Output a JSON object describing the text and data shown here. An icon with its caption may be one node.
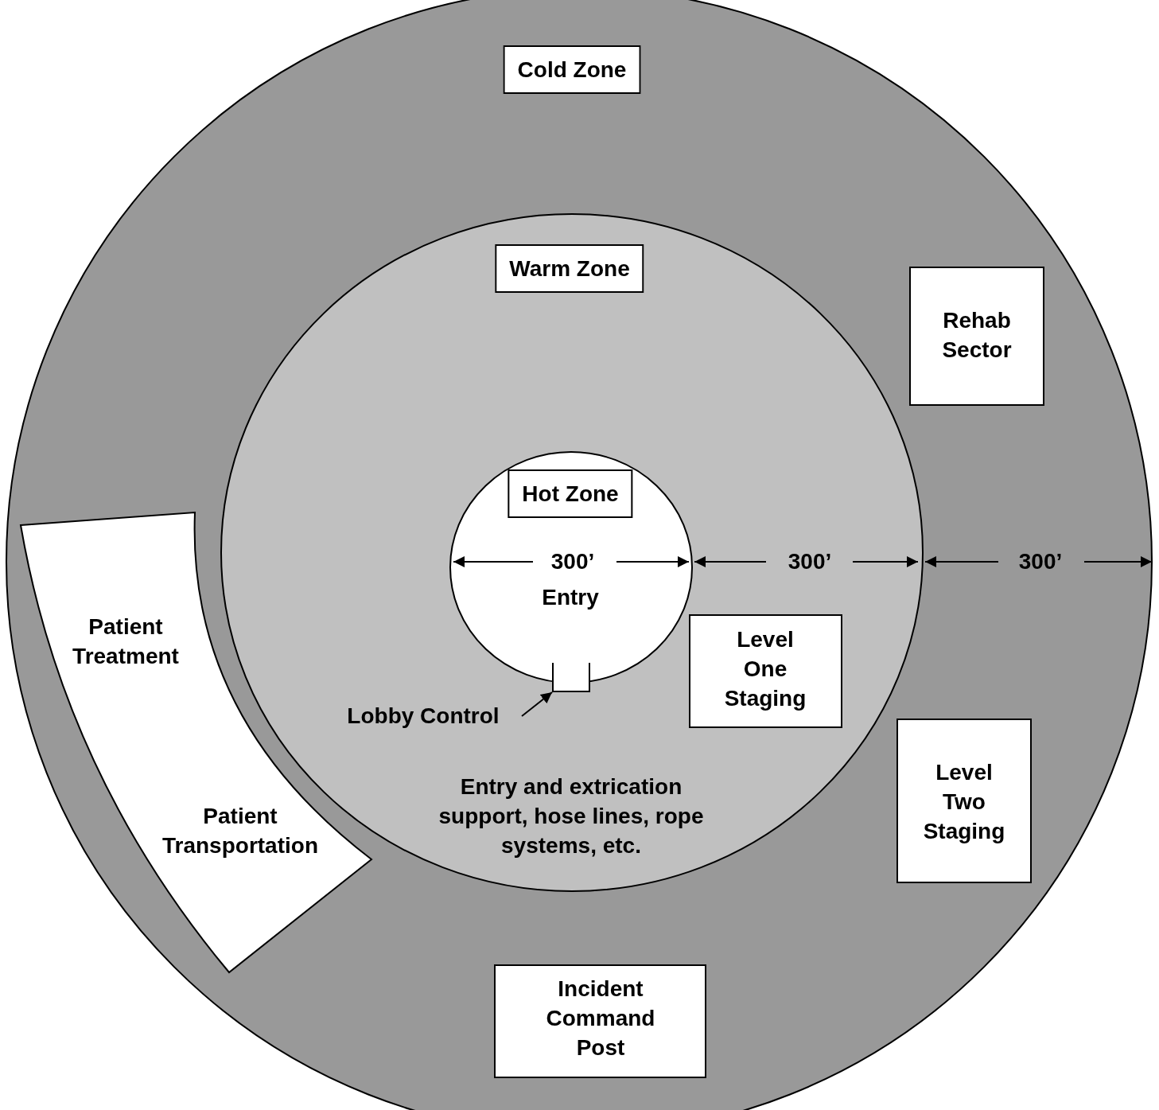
{
  "diagram": {
    "nodes": [
      {
        "text": [
          "Cold Zone"
        ]
      },
      {
        "text": [
          "Warm Zone",
          "Entry and extrication support, hose lines, rope systems, etc."
        ],
        "in": 0
      },
      {
        "text": [
          "Hot Zone",
          "Entry"
        ],
        "in": 1
      },
      {
        "text": [],
        "shape": "box",
        "in": 1
      },
      {
        "text": [
          "Lobby Control"
        ],
        "in": 1
      },
      {
        "text": [
          "Level One Staging"
        ],
        "in": 1
      },
      {
        "text": [
          "Rehab Sector"
        ],
        "in": 0
      },
      {
        "text": [
          "Level Two Staging"
        ],
        "in": 0
      },
      {
        "text": [
          "Patient Treatment",
          "Patient Transportation"
        ],
        "in": 0
      },
      {
        "text": [
          "Incident Command Post"
        ],
        "in": 0
      }
    ],
    "edges": [
      {
        "from": 4,
        "to": 3,
        "arrow": "to"
      }
    ],
    "labels": [
      "300’",
      "300’",
      "300’"
    ]
  }
}
